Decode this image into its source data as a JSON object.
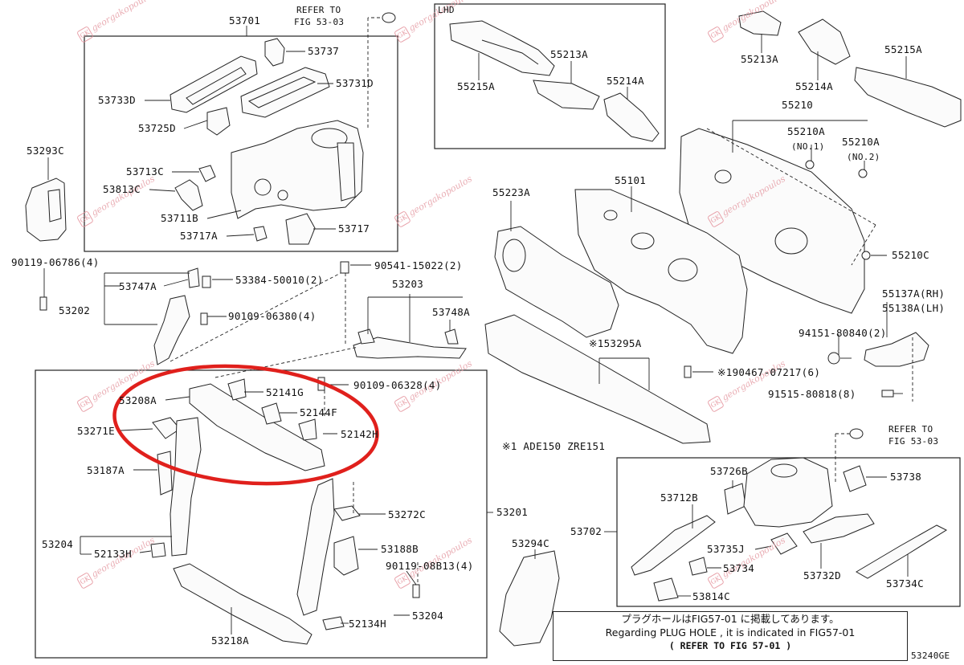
{
  "diagram_code": "53240GE",
  "lhd_label": "LHD",
  "watermark": {
    "text": "georgakopoulos",
    "logo": "GK"
  },
  "notes": {
    "refer_fig_53_03_top": [
      "REFER TO",
      "FIG 53-03"
    ],
    "refer_fig_53_03_right": [
      "REFER TO",
      "FIG 53-03"
    ],
    "variant_note": "※1 ADE150 ZRE151",
    "plug_hole_jp": "プラグホールはFIG57-01 に掲載してあります。",
    "plug_hole_en": "Regarding PLUG HOLE , it is indicated in FIG57-01",
    "refer_fig_57_01": "(    REFER TO FIG 57-01    )"
  },
  "labels": {
    "p53701": "53701",
    "p53737": "53737",
    "p53731d": "53731D",
    "p53733d": "53733D",
    "p53725d": "53725D",
    "p53713c": "53713C",
    "p53813c": "53813C",
    "p53711b": "53711B",
    "p53717a": "53717A",
    "p53717": "53717",
    "p53293c": "53293C",
    "p55215a_lhd": "55215A",
    "p55213a_lhd": "55213A",
    "p55214a_lhd": "55214A",
    "p55213a": "55213A",
    "p55214a": "55214A",
    "p55215a": "55215A",
    "p55210": "55210",
    "p55210a_1": "55210A",
    "no1": "(NO.1)",
    "p55210a_2": "55210A",
    "no2": "(NO.2)",
    "p55223a": "55223A",
    "p55101": "55101",
    "p55210c": "55210C",
    "p55137a": "55137A(RH)",
    "p55138a": "55138A(LH)",
    "b90119_06786": "90119-06786(4)",
    "p53747a": "53747A",
    "b53384_50010": "53384-50010(2)",
    "b90541_15022": "90541-15022(2)",
    "p53203": "53203",
    "p53202": "53202",
    "b90109_06380": "90109-06380(4)",
    "p53748a": "53748A",
    "p53295a": "※153295A",
    "b94151_80840": "94151-80840(2)",
    "b190467_07217": "※190467-07217(6)",
    "b91515_80818": "91515-80818(8)",
    "b90109_06328": "90109-06328(4)",
    "p53208a": "53208A",
    "p52141g": "52141G",
    "p52144f": "52144F",
    "p52142h": "52142H",
    "p53271e": "53271E",
    "p53187a": "53187A",
    "p53272c": "53272C",
    "p53201": "53201",
    "p53204_l": "53204",
    "p52133h": "52133H",
    "p53188b": "53188B",
    "b90119_08b13": "90119-08B13(4)",
    "p53204_r": "53204",
    "p52134h": "52134H",
    "p53218a": "53218A",
    "p53294c": "53294C",
    "p53702": "53702",
    "p53726b": "53726B",
    "p53738": "53738",
    "p53712b": "53712B",
    "p53735j": "53735J",
    "p53734": "53734",
    "p53814c": "53814C",
    "p53732d": "53732D",
    "p53734c": "53734C"
  },
  "colors": {
    "highlight": "#e0201c",
    "watermark": "#e6a0a8",
    "line": "#222222"
  }
}
